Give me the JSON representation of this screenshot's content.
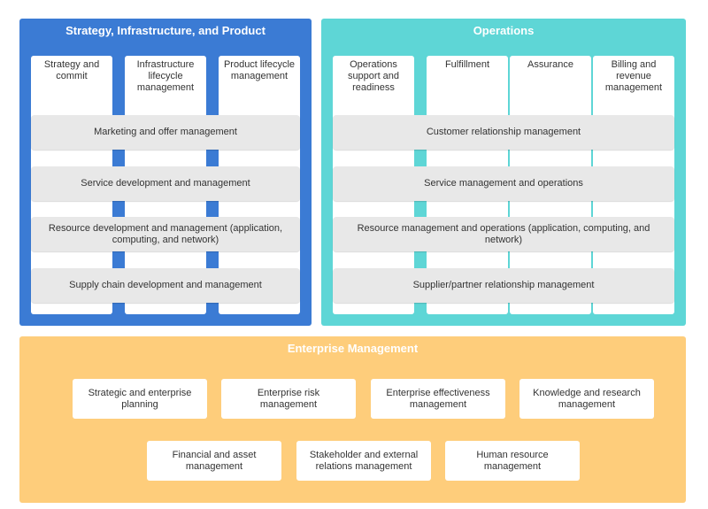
{
  "strategy": {
    "title": "Strategy, Infrastructure, and Product",
    "columns": [
      "Strategy and commit",
      "Infrastructure lifecycle management",
      "Product lifecycle management"
    ],
    "rows": [
      "Marketing and offer management",
      "Service development and management",
      "Resource development and management (application, computing, and network)",
      "Supply chain development and management"
    ],
    "color": "#3b7bd4"
  },
  "operations": {
    "title": "Operations",
    "columns": [
      "Operations support and readiness",
      "Fulfillment",
      "Assurance",
      "Billing and revenue management"
    ],
    "rows": [
      "Customer relationship management",
      "Service management and operations",
      "Resource management and operations (application, computing, and network)",
      "Supplier/partner relationship management"
    ],
    "color": "#5ed6d6"
  },
  "enterprise": {
    "title": "Enterprise Management",
    "row1": [
      "Strategic and enterprise planning",
      "Enterprise risk management",
      "Enterprise effectiveness management",
      "Knowledge and research management"
    ],
    "row2": [
      "Financial and asset management",
      "Stakeholder and external relations management",
      "Human resource management"
    ],
    "color": "#fecd7b"
  }
}
